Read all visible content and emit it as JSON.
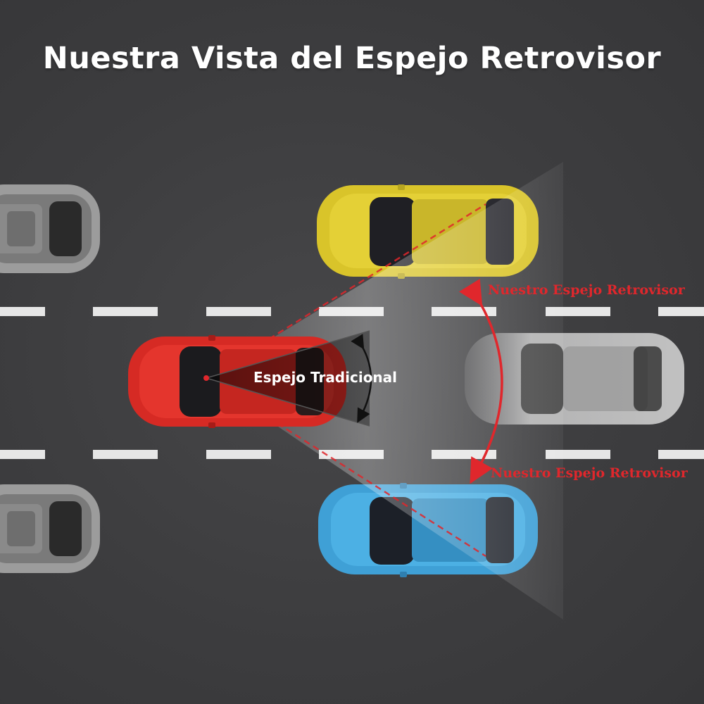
{
  "title": "Nuestra Vista del Espejo Retrovisor",
  "labels": {
    "traditional": "Espejo Tradicional",
    "ours_top": "Nuestro Espejo Retrovisor",
    "ours_bottom": "Nuestro Espejo Retrovisor"
  },
  "colors": {
    "road": "#3e3e40",
    "lane_marking": "#e6e6e6",
    "accent_red": "#e0272c",
    "ego_car": "#e0302a",
    "car_yellow": "#d9c42a",
    "car_blue": "#3fa0d6",
    "car_grey": "#9a9a9a"
  }
}
